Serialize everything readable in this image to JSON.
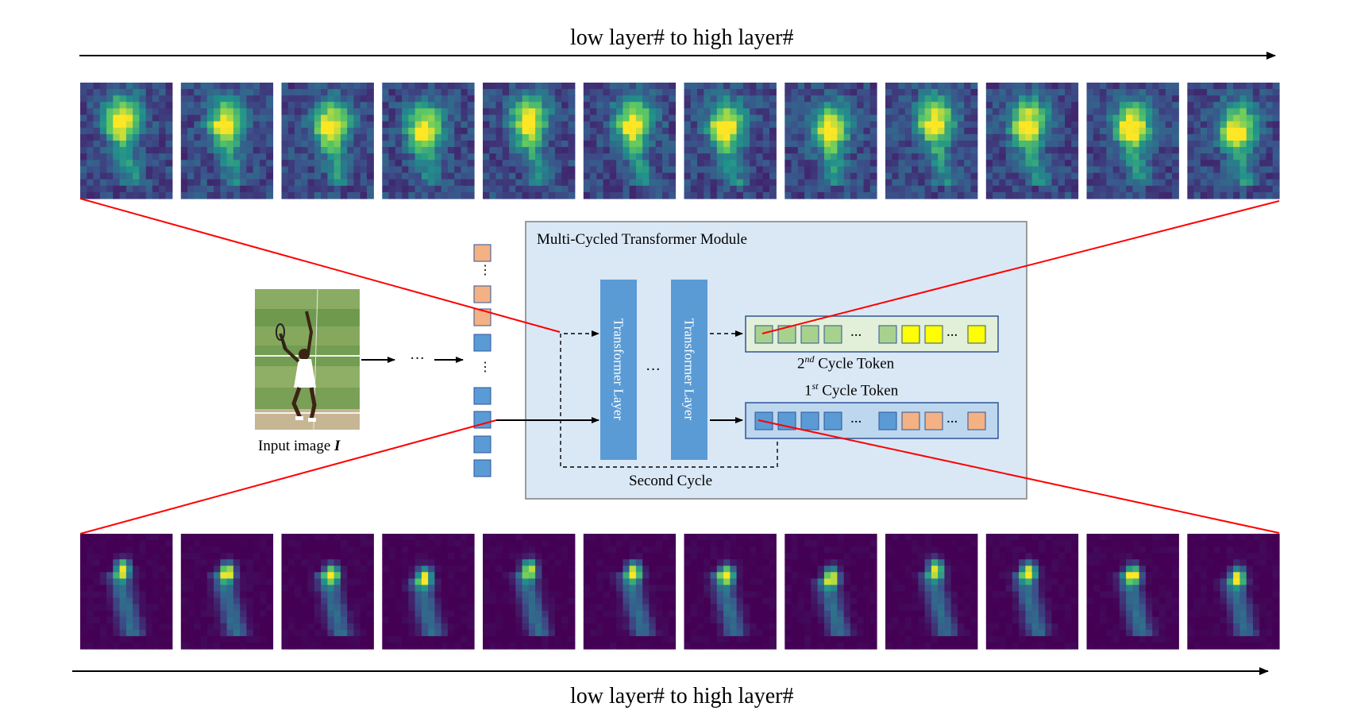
{
  "axis_labels": {
    "top": "low layer# to high layer#",
    "bottom": "low layer# to high layer#"
  },
  "input": {
    "label": "Input image",
    "symbol": "I"
  },
  "ellipses": {
    "horizontal": "···",
    "vertical": "⋮",
    "token": "...",
    "layers": "···"
  },
  "module": {
    "title": "Multi-Cycled Transformer Module",
    "layer_label": "Transformer Layer",
    "second_cycle_label": "Second Cycle"
  },
  "tokens": {
    "cycle2_prefix": "2",
    "cycle2_sup": "nd",
    "cycle2_suffix": " Cycle Token",
    "cycle1_prefix": "1",
    "cycle1_sup": "st",
    "cycle1_suffix": " Cycle Token"
  },
  "colors": {
    "layer_blue": "#5b9bd5",
    "token_orange": "#f4b183",
    "token_green": "#a9d18e",
    "token_yellow": "#ffff00",
    "module_bg": "#dae8f6",
    "cycle2_box_bg": "#e2f0d9",
    "connector_red": "#ff0000",
    "viridis_dark": "#440154",
    "viridis_yellow": "#fde725"
  },
  "heatmaps": {
    "top_count": 12,
    "bottom_count": 12
  }
}
